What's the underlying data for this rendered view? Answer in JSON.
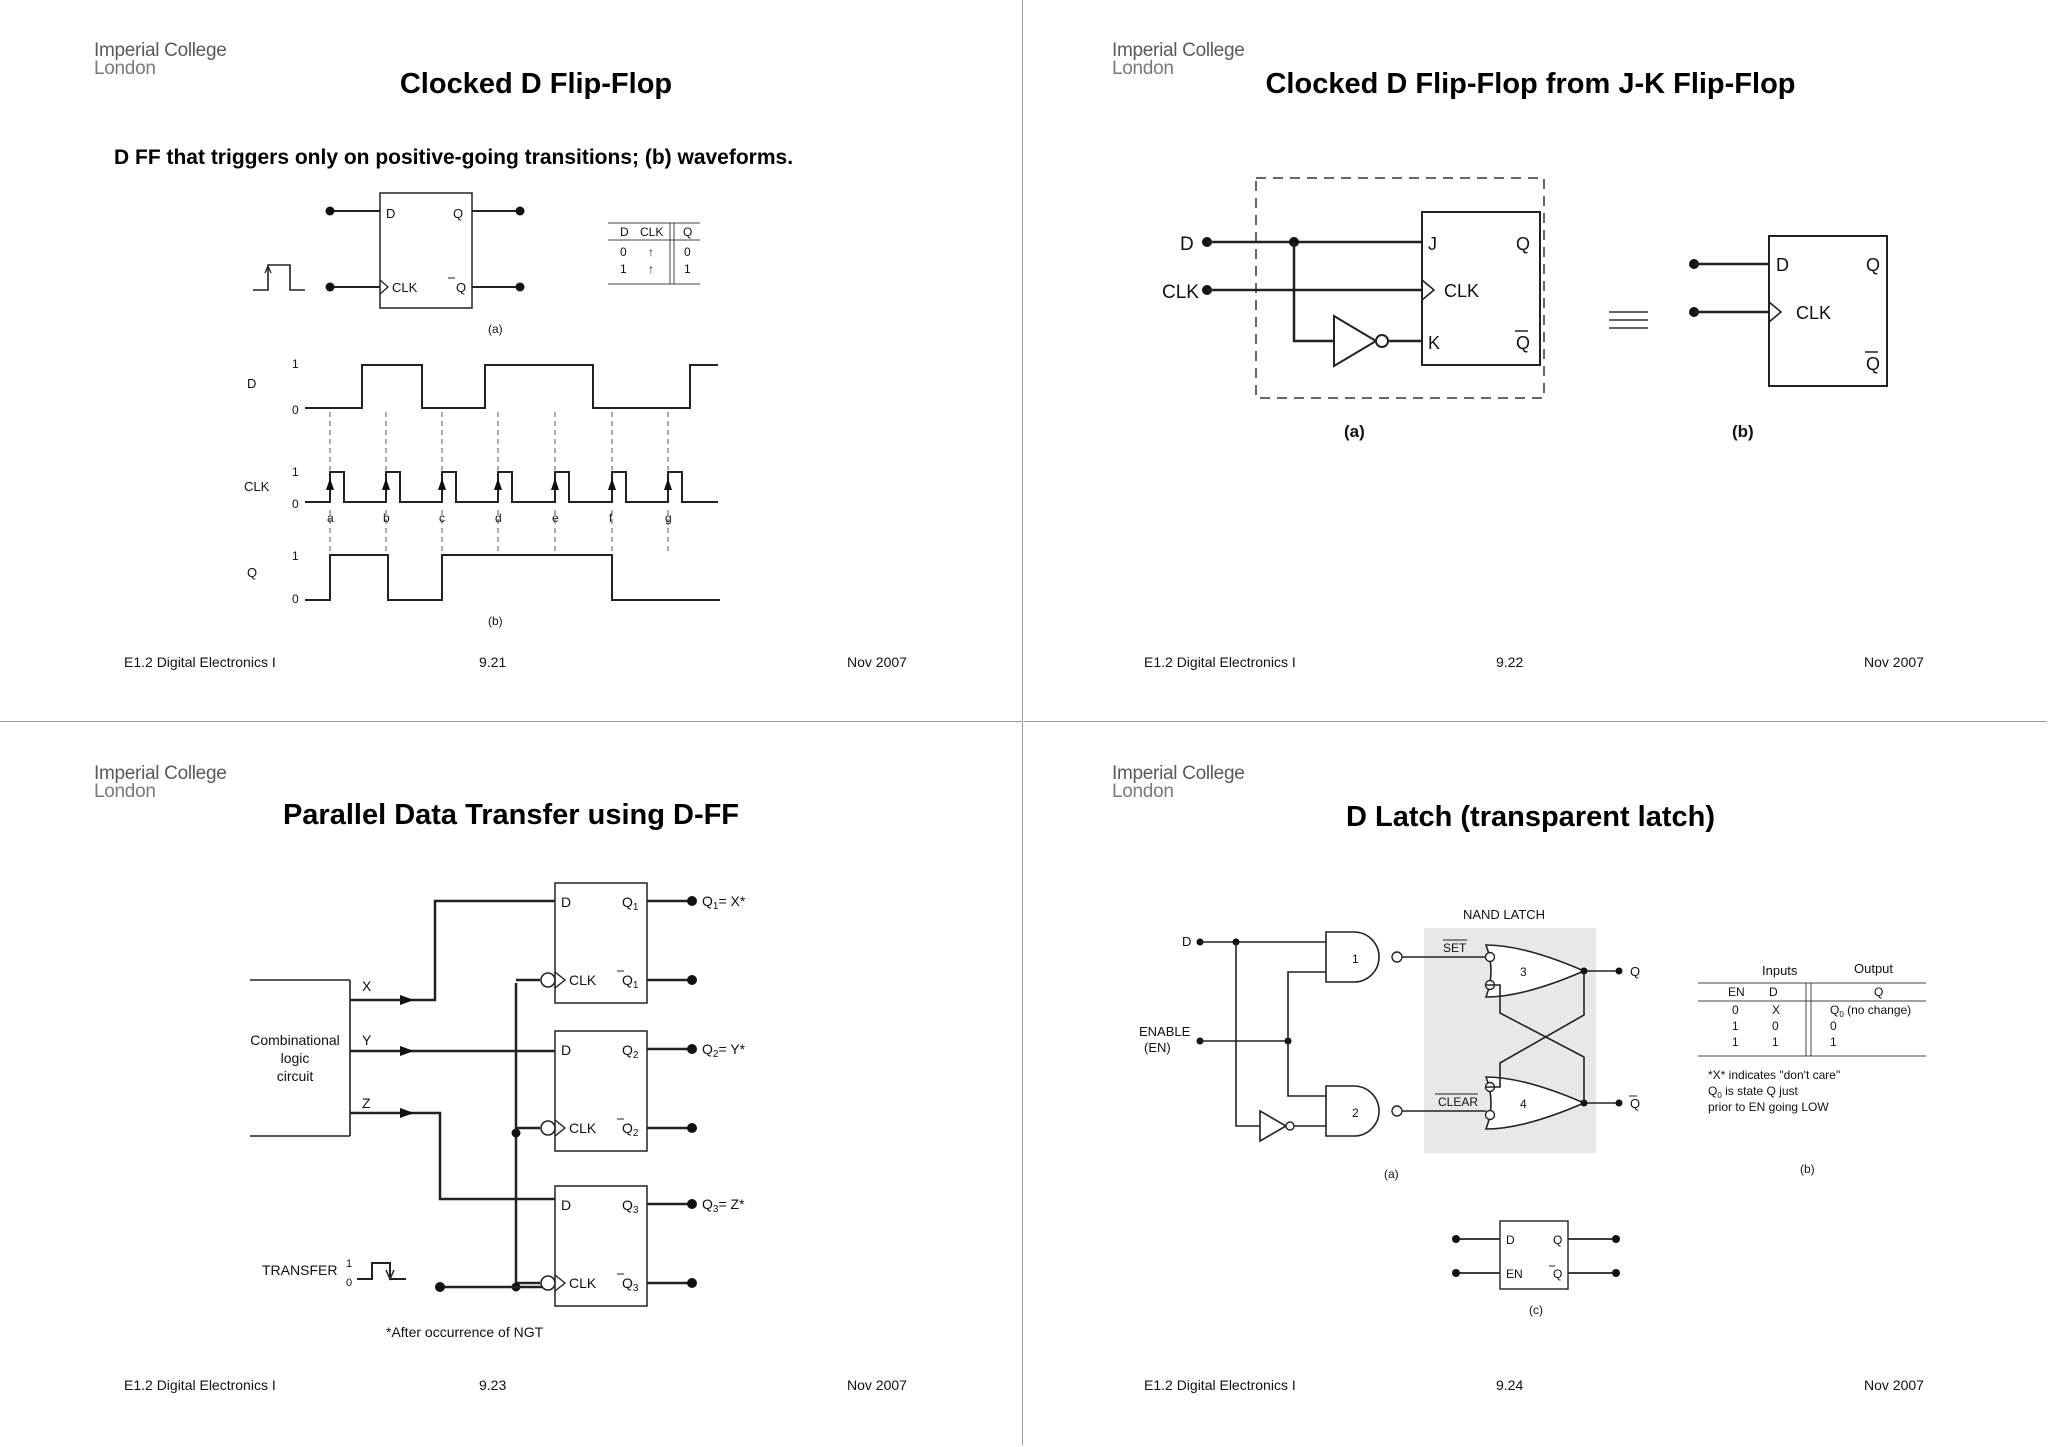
{
  "org": {
    "line1": "Imperial College",
    "line2": "London"
  },
  "footer": {
    "course": "E1.2 Digital Electronics I",
    "date": "Nov 2007"
  },
  "slides": [
    {
      "title": "Clocked D Flip-Flop",
      "number": "9.21",
      "subtitle": "D FF that triggers only on positive-going transitions; (b) waveforms.",
      "ff": {
        "d": "D",
        "q": "Q",
        "clk": "CLK",
        "qbar": "Q"
      },
      "truth": {
        "headers": [
          "D",
          "CLK",
          "Q"
        ],
        "rows": [
          [
            "0",
            "↑",
            "0"
          ],
          [
            "1",
            "↑",
            "1"
          ]
        ]
      },
      "cap_a": "(a)",
      "cap_b": "(b)",
      "wave": {
        "d": "D",
        "clk": "CLK",
        "q": "Q",
        "one": "1",
        "zero": "0",
        "edges": [
          "a",
          "b",
          "c",
          "d",
          "e",
          "f",
          "g"
        ]
      }
    },
    {
      "title": "Clocked D Flip-Flop from J-K Flip-Flop",
      "number": "9.22",
      "in_d": "D",
      "in_clk": "CLK",
      "jk": {
        "j": "J",
        "q": "Q",
        "clk": "CLK",
        "k": "K",
        "qbar": "Q"
      },
      "dff": {
        "d": "D",
        "q": "Q",
        "clk": "CLK",
        "qbar": "Q"
      },
      "cap_a": "(a)",
      "cap_b": "(b)"
    },
    {
      "title": "Parallel Data Transfer using D-FF",
      "number": "9.23",
      "logic": [
        "Combinational",
        "logic",
        "circuit"
      ],
      "x": "X",
      "y": "Y",
      "z": "Z",
      "ffs": [
        {
          "q": "Q",
          "sub": "1",
          "out": "= X*"
        },
        {
          "q": "Q",
          "sub": "2",
          "out": "= Y*"
        },
        {
          "q": "Q",
          "sub": "3",
          "out": "= Z*"
        }
      ],
      "d": "D",
      "clk": "CLK",
      "transfer": "TRANSFER",
      "one": "1",
      "zero": "0",
      "note": "*After occurrence of NGT"
    },
    {
      "title": "D Latch (transparent latch)",
      "number": "9.24",
      "nand_latch": "NAND LATCH",
      "d": "D",
      "enable": [
        "ENABLE",
        "(EN)"
      ],
      "gates": [
        "1",
        "2",
        "3",
        "4"
      ],
      "set": "SET",
      "clear": "CLEAR",
      "q": "Q",
      "qbar": "Q",
      "table": {
        "inputs": "Inputs",
        "output": "Output",
        "headers": [
          "EN",
          "D",
          "Q"
        ],
        "rows": [
          [
            "0",
            "X",
            "Q",
            "0",
            " (no change)"
          ],
          [
            "1",
            "0",
            "0",
            "",
            ""
          ],
          [
            "1",
            "1",
            "1",
            "",
            ""
          ]
        ]
      },
      "notes": [
        "*X* indicates \"don't care\"",
        "is state Q just",
        "prior to EN going LOW"
      ],
      "q0": "Q",
      "q0sub": "0",
      "small": {
        "d": "D",
        "q": "Q",
        "en": "EN",
        "qbar": "Q"
      },
      "cap_a": "(a)",
      "cap_b": "(b)",
      "cap_c": "(c)"
    }
  ]
}
